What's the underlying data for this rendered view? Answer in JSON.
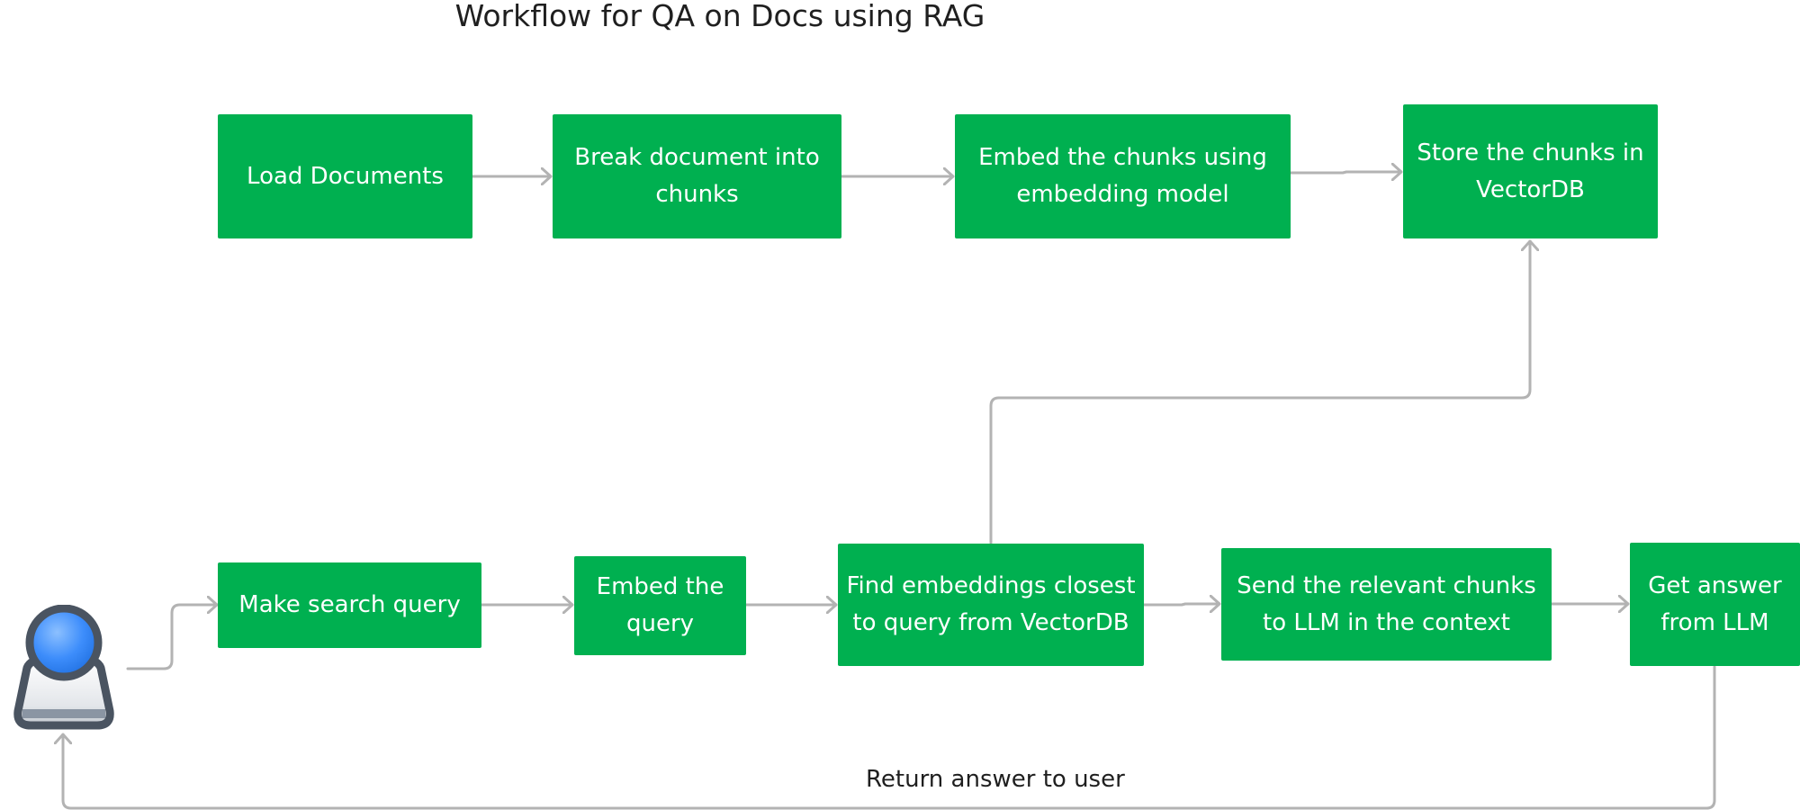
{
  "diagram": {
    "title": "Workflow for QA on Docs using RAG",
    "nodes": {
      "load": "Load Documents",
      "break": "Break document into chunks",
      "embed_chunks": "Embed the chunks using embedding model",
      "store": "Store the chunks in VectorDB",
      "search": "Make search query",
      "embed_query": "Embed the query",
      "find": "Find embeddings closest to query from VectorDB",
      "send": "Send the relevant chunks to LLM in the context",
      "answer": "Get answer from LLM"
    },
    "edge_label": "Return answer to user",
    "icon": "user-icon",
    "colors": {
      "box": "#00b050",
      "connector": "#b3b3b3",
      "user_head": "#3d8dfb",
      "user_outline": "#4a5461"
    }
  }
}
